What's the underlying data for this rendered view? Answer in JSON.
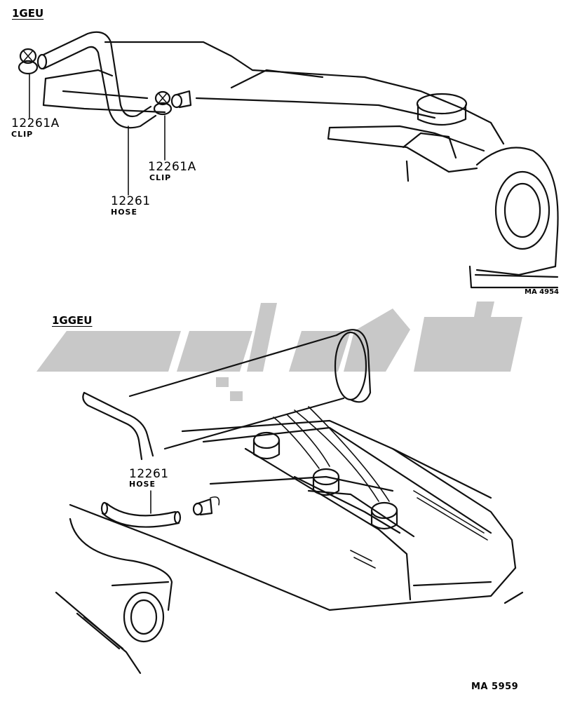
{
  "sections": [
    {
      "title": "1GEU",
      "parts": [
        {
          "number": "12261A",
          "description": "CLIP"
        },
        {
          "number": "12261A",
          "description": "CLIP"
        },
        {
          "number": "12261",
          "description": "HOSE"
        }
      ],
      "ref": "MA 4954"
    },
    {
      "title": "1GGEU",
      "parts": [
        {
          "number": "12261",
          "description": "HOSE"
        }
      ],
      "ref": "MA 5959"
    }
  ],
  "colors": {
    "line": "#111111",
    "watermark": "#c8c8c8"
  }
}
